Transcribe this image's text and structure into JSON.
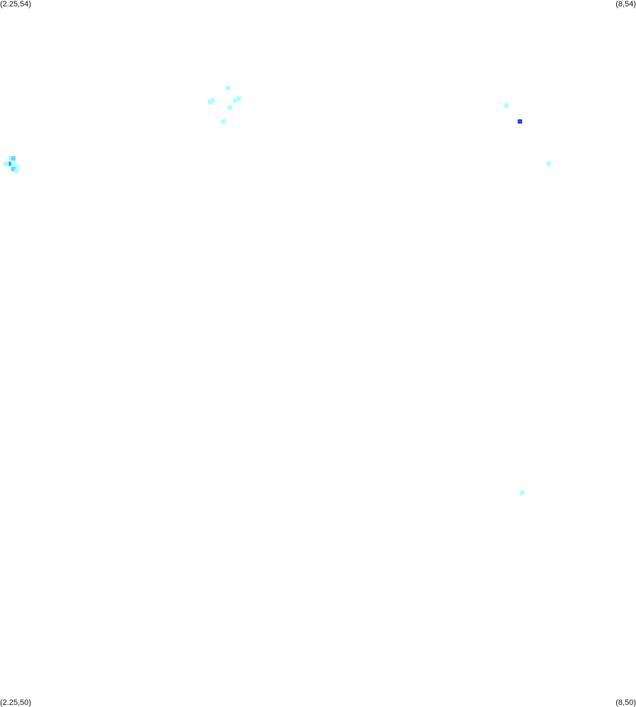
{
  "corners": {
    "top_left": "(2.25,54)",
    "top_right": "(8,54)",
    "bottom_left": "(2.25,50)",
    "bottom_right": "(8,50)"
  },
  "colors": {
    "background": "#ffffff",
    "low": "#aaffff",
    "mid": "#55ddff",
    "high": "#2299ee",
    "peak": "#2244ee"
  },
  "chart_data": {
    "type": "heatmap",
    "title": "",
    "xlabel": "",
    "ylabel": "",
    "xlim": [
      2.25,
      8
    ],
    "ylim": [
      50,
      54
    ],
    "grid": false,
    "cell_size": [
      0.04,
      0.025
    ],
    "points": [
      {
        "x": 2.3,
        "y": 53.07,
        "level": "low"
      },
      {
        "x": 2.33,
        "y": 53.07,
        "level": "low"
      },
      {
        "x": 2.35,
        "y": 53.07,
        "level": "high"
      },
      {
        "x": 2.37,
        "y": 53.07,
        "level": "low"
      },
      {
        "x": 2.35,
        "y": 53.1,
        "level": "low"
      },
      {
        "x": 2.37,
        "y": 53.1,
        "level": "mid"
      },
      {
        "x": 2.4,
        "y": 53.05,
        "level": "low"
      },
      {
        "x": 2.37,
        "y": 53.04,
        "level": "mid"
      },
      {
        "x": 2.4,
        "y": 53.03,
        "level": "low"
      },
      {
        "x": 4.31,
        "y": 53.5,
        "level": "low"
      },
      {
        "x": 4.17,
        "y": 53.43,
        "level": "low"
      },
      {
        "x": 4.15,
        "y": 53.42,
        "level": "low"
      },
      {
        "x": 4.41,
        "y": 53.44,
        "level": "low"
      },
      {
        "x": 4.38,
        "y": 53.43,
        "level": "low"
      },
      {
        "x": 4.33,
        "y": 53.39,
        "level": "low"
      },
      {
        "x": 4.27,
        "y": 53.31,
        "level": "low"
      },
      {
        "x": 6.83,
        "y": 53.4,
        "level": "low"
      },
      {
        "x": 6.95,
        "y": 53.31,
        "level": "peak"
      },
      {
        "x": 7.21,
        "y": 53.07,
        "level": "low"
      },
      {
        "x": 6.97,
        "y": 51.2,
        "level": "low"
      }
    ]
  }
}
